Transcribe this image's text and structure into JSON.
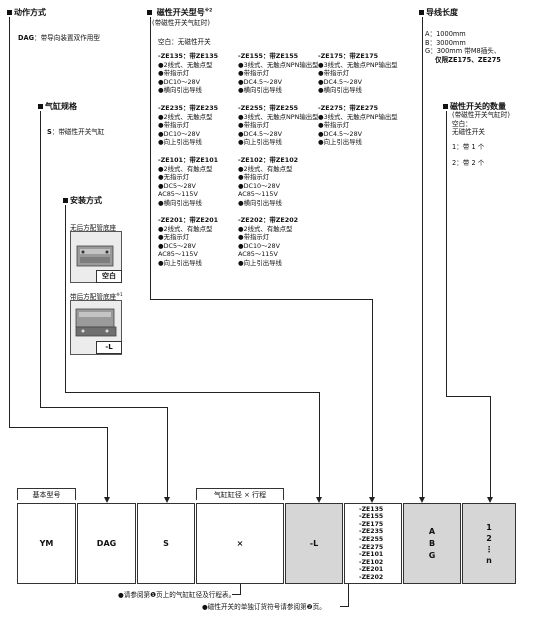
{
  "action": {
    "title": "动作方式",
    "dag_code": "DAG",
    "dag_text": "：带导向装置双作用型"
  },
  "cylinder": {
    "title": "气缸规格",
    "s_code": "S",
    "s_text": "：带磁性开关气缸"
  },
  "mount": {
    "title": "安装方式",
    "none_label": "无后方配管底座",
    "none_tag": "空白",
    "with_label": "带后方配管底座",
    "with_note": "※1",
    "with_tag": "-L"
  },
  "switch": {
    "title": "磁性开关型号",
    "title_note": "※2",
    "subtitle": "(带磁性开关气缸时)",
    "blank": "空白：无磁性开关",
    "groups": [
      {
        "title": "-ZE135：带ZE135",
        "lines": [
          "●2线式、无触点型",
          "●带指示灯",
          "●DC10～28V",
          "●横向引出导线"
        ]
      },
      {
        "title": "-ZE155：带ZE155",
        "lines": [
          "●3线式、无触点NPN输出型",
          "●带指示灯",
          "●DC4.5～28V",
          "●横向引出导线"
        ]
      },
      {
        "title": "-ZE175：带ZE175",
        "lines": [
          "●3线式、无触点PNP输出型",
          "●带指示灯",
          "●DC4.5～28V",
          "●横向引出导线"
        ]
      },
      {
        "title": "-ZE235：带ZE235",
        "lines": [
          "●2线式、无触点型",
          "●带指示灯",
          "●DC10～28V",
          "●向上引出导线"
        ]
      },
      {
        "title": "-ZE255：带ZE255",
        "lines": [
          "●3线式、无触点NPN输出型",
          "●带指示灯",
          "●DC4.5～28V",
          "●向上引出导线"
        ]
      },
      {
        "title": "-ZE275：带ZE275",
        "lines": [
          "●3线式、无触点PNP输出型",
          "●带指示灯",
          "●DC4.5～28V",
          "●向上引出导线"
        ]
      },
      {
        "title": "-ZE101：带ZE101",
        "lines": [
          "●2线式、有触点型",
          "●无指示灯",
          "●DC5～28V",
          "  AC85～115V",
          "●横向引出导线"
        ]
      },
      {
        "title": "-ZE102：带ZE102",
        "lines": [
          "●2线式、有触点型",
          "●带指示灯",
          "●DC10～28V",
          "  AC85～115V",
          "●横向引出导线"
        ]
      },
      {
        "title": "-ZE201：带ZE201",
        "lines": [
          "●2线式、有触点型",
          "●无指示灯",
          "●DC5～28V",
          "  AC85～115V",
          "●向上引出导线"
        ]
      },
      {
        "title": "-ZE202：带ZE202",
        "lines": [
          "●2线式、有触点型",
          "●带指示灯",
          "●DC10～28V",
          "  AC85～115V",
          "●向上引出导线"
        ]
      }
    ]
  },
  "lead": {
    "title": "导线长度",
    "a": "A：1000mm",
    "b": "B：3000mm",
    "g1": "G：300mm 带M8插头、",
    "g2": "仅限ZE175、ZE275"
  },
  "qty": {
    "title": "磁性开关的数量",
    "sub1": "(带磁性开关气缸时)",
    "sub2": "空白：",
    "sub3": "无磁性开关",
    "one": "1：带 1 个",
    "two": "2：带 2 个"
  },
  "code": {
    "basic_label": "基本型号",
    "bore_label": "气缸缸径 × 行程",
    "ym": "YM",
    "dag": "DAG",
    "s": "S",
    "x": "×",
    "l": "-L",
    "models": [
      "-ZE135",
      "-ZE155",
      "-ZE175",
      "-ZE235",
      "-ZE255",
      "-ZE275",
      "-ZE101",
      "-ZE102",
      "-ZE201",
      "-ZE202"
    ],
    "leads": [
      "A",
      "B",
      "G"
    ],
    "qtys": [
      "1",
      "2",
      "⋮",
      "n"
    ]
  },
  "notes": {
    "bore_note": "●请参阅第❶页上的气缸缸径及行程表。",
    "order_note": "●磁性开关的单独订货符号请参阅第❷页。"
  }
}
